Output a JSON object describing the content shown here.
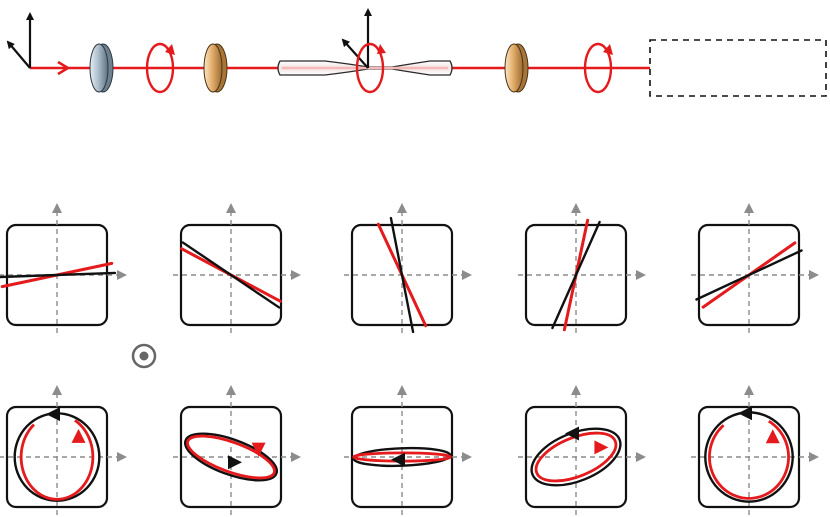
{
  "colors": {
    "beam": "#e41a1c",
    "trace_black": "#111111",
    "axis": "#8c8c8c",
    "frame": "#111111",
    "polarizer": "#9fb3c2",
    "waveplate": "#dba769",
    "fiber_fill": "#ffffff",
    "fiber_core": "#f4b9b9",
    "symbol": "#666666"
  },
  "icons": {
    "beam_line": "horizontal-beam-arrow",
    "polarizer": "polarizer-disc-icon",
    "waveplate": "waveplate-disc-icon",
    "polarization_marker": "circular-polarization-loop-icon",
    "fiber": "tapered-nanofiber-icon",
    "detector_box": "dashed-empty-box",
    "coordinate_frame": "axes-arrow-icon",
    "out_of_plane": "circle-dot-icon"
  },
  "row1_panels": [
    {
      "red_angle_deg": 12,
      "black_angle_deg": 2
    },
    {
      "red_angle_deg": -28,
      "black_angle_deg": -34
    },
    {
      "red_angle_deg": -65,
      "black_angle_deg": -79
    },
    {
      "red_angle_deg": 78,
      "black_angle_deg": 66
    },
    {
      "red_angle_deg": 35,
      "black_angle_deg": 25
    }
  ],
  "row2_panels": [
    {
      "red": {
        "rx": 0.78,
        "ry": 0.92,
        "angle_deg": 0,
        "arc": "partial",
        "arrow": "up"
      },
      "black": {
        "rx": 0.92,
        "ry": 0.95,
        "angle_deg": 0,
        "arrow": "left"
      }
    },
    {
      "red": {
        "rx": 1.0,
        "ry": 0.32,
        "angle_deg": -20,
        "arc": "full",
        "arrow": "down"
      },
      "black": {
        "rx": 1.05,
        "ry": 0.38,
        "angle_deg": -20,
        "arrow": "right"
      }
    },
    {
      "red": {
        "rx": 1.05,
        "ry": 0.09,
        "angle_deg": 0,
        "arc": "full",
        "arrow": "none"
      },
      "black": {
        "rx": 1.05,
        "ry": 0.19,
        "angle_deg": 2,
        "arrow": "left"
      }
    },
    {
      "red": {
        "rx": 0.92,
        "ry": 0.42,
        "angle_deg": 22,
        "arc": "full",
        "arrow": "right"
      },
      "black": {
        "rx": 1.02,
        "ry": 0.52,
        "angle_deg": 22,
        "arrow": "left"
      }
    },
    {
      "red": {
        "rx": 0.86,
        "ry": 0.9,
        "angle_deg": 0,
        "arc": "partial",
        "arrow": "up"
      },
      "black": {
        "rx": 0.95,
        "ry": 0.97,
        "angle_deg": 0,
        "arrow": "left"
      }
    }
  ]
}
